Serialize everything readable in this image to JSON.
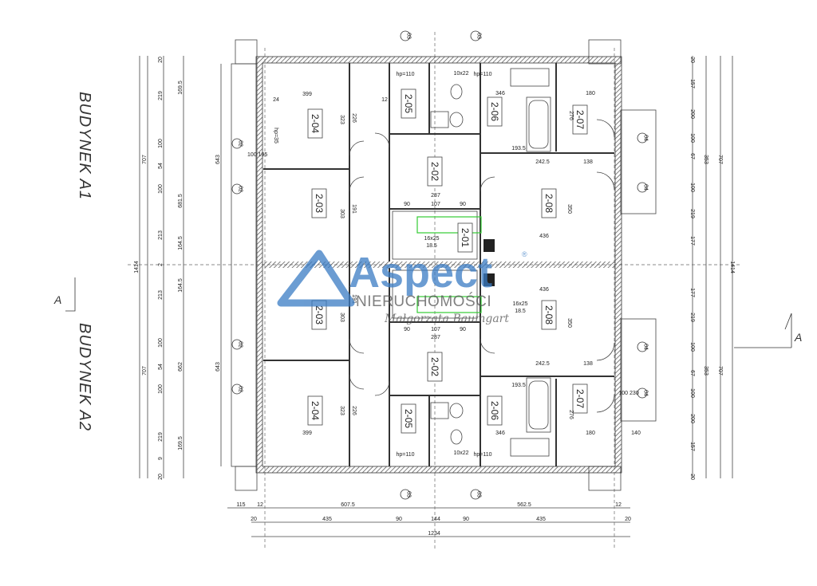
{
  "buildings": {
    "a1": "BUDYNEK A1",
    "a2": "BUDYNEK A2"
  },
  "section_marks": {
    "left": "A",
    "right": "A"
  },
  "watermark": {
    "brand": "Aspect",
    "registered": "®",
    "subtitle": "NIERUCHOMOŚCI",
    "signature": "Małgorzata Baumgart",
    "color": "#3a7cc4"
  },
  "rooms_a1": [
    "2-04",
    "2-03",
    "2-05",
    "2-06",
    "2-07",
    "2-02",
    "2-08",
    "2-01"
  ],
  "rooms_a2": [
    "2-03",
    "2-02",
    "2-08",
    "2-07",
    "2-06",
    "2-05",
    "2-04"
  ],
  "window_tags": {
    "w02": "02",
    "w03": "03",
    "w04": "04"
  },
  "stairs": {
    "size": "16x25",
    "rise": "18.5"
  },
  "bottom_dims": [
    "115",
    "12",
    "607.5",
    "562.5",
    "12",
    "20",
    "435",
    "90",
    "144",
    "90",
    "435",
    "20",
    "1234"
  ],
  "left_dims": [
    "20",
    "219",
    "100",
    "54",
    "100",
    "213",
    "2",
    "213",
    "100",
    "54",
    "100",
    "219",
    "9",
    "20",
    "169.5",
    "681.5",
    "164.5",
    "164.5",
    "662",
    "169.5",
    "707",
    "707",
    "1414",
    "643",
    "643"
  ],
  "right_dims": [
    "20",
    "157",
    "200",
    "100",
    "67",
    "100",
    "219",
    "177",
    "177",
    "219",
    "100",
    "67",
    "100",
    "200",
    "157",
    "20",
    "353",
    "353",
    "707",
    "707",
    "1414"
  ],
  "interior_dims": [
    "399",
    "226",
    "323",
    "303",
    "191",
    "287",
    "90",
    "107",
    "90",
    "436",
    "350",
    "242.5",
    "138",
    "193.5",
    "346",
    "276",
    "180",
    "hp=110",
    "hp=110",
    "10x22",
    "24",
    "12",
    "436",
    "350",
    "242.5",
    "138",
    "193.5",
    "346",
    "276",
    "180",
    "287",
    "90",
    "107",
    "90",
    "303",
    "191",
    "323",
    "226",
    "399",
    "hp=110",
    "hp=110",
    "10x22",
    "140",
    "100\n195",
    "100\n230",
    "hp=35"
  ]
}
